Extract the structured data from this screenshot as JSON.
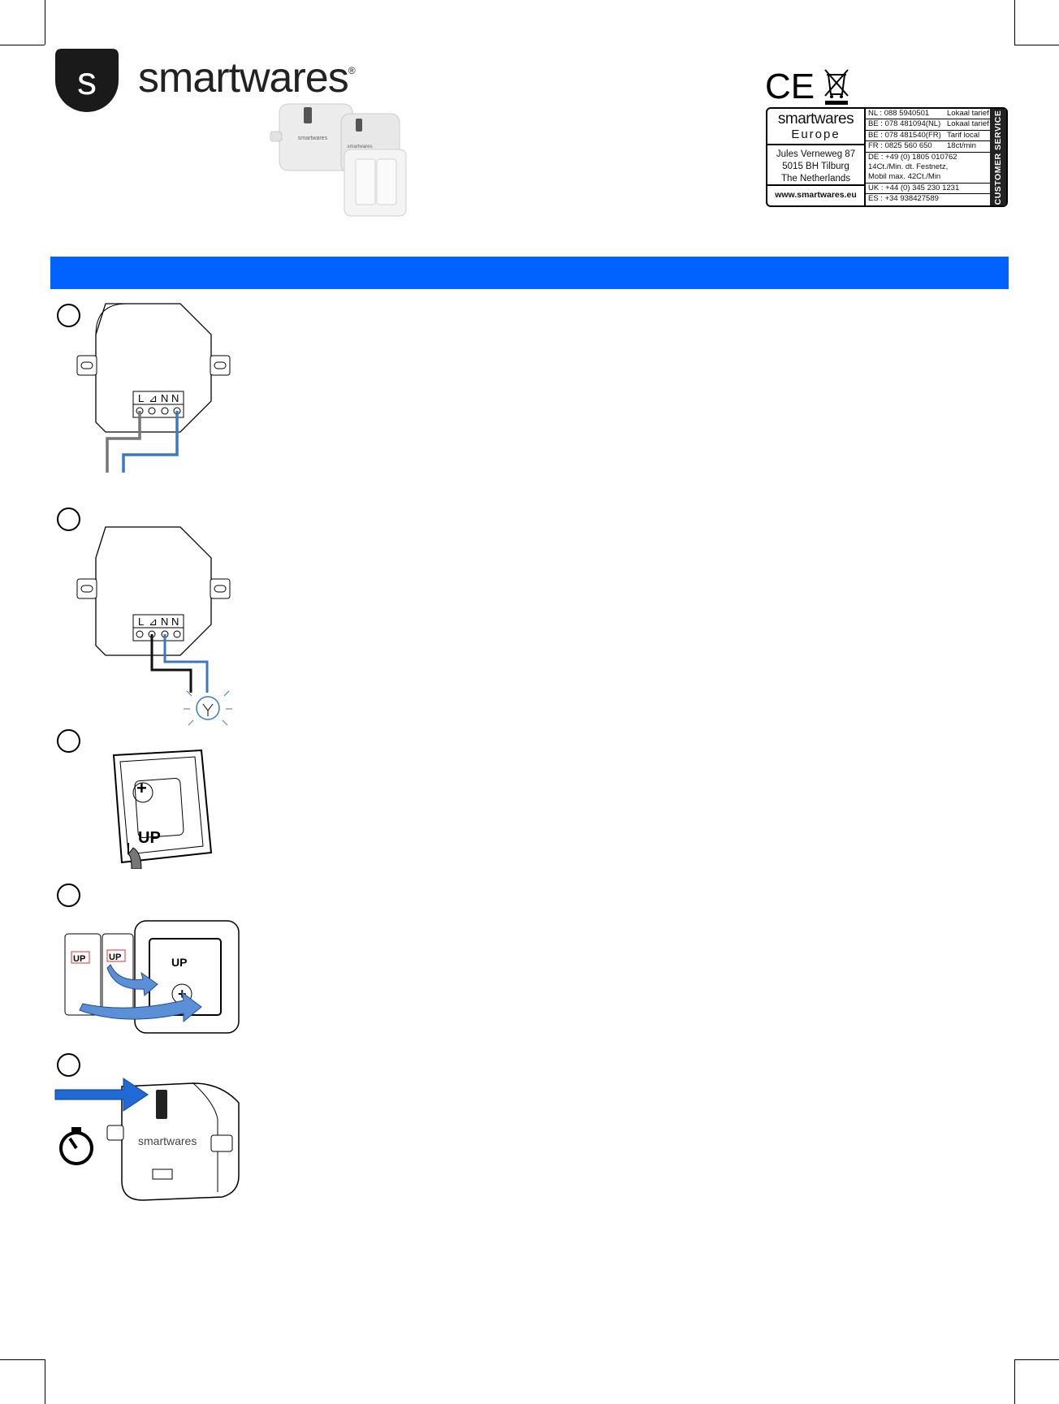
{
  "brand": {
    "name": "smartwares",
    "registered": "®",
    "logo_letter": "s"
  },
  "product_image": {
    "label_front": "smartwares",
    "label_back": "smartwares"
  },
  "customer_service": {
    "brand_name": "smartwares",
    "brand_region": "Europe",
    "address": [
      "Jules Verneweg 87",
      "5015 BH Tilburg",
      "The Netherlands"
    ],
    "website": "www.smartwares.eu",
    "side_label": "CUSTOMER SERVICE",
    "rows": [
      {
        "number": "NL :  088 5940501",
        "rate": "Lokaal tarief"
      },
      {
        "number": "BE :  078 481094(NL)",
        "rate": "Lokaal tarief"
      },
      {
        "number": "BE :  078 481540(FR)",
        "rate": "Tarif local"
      },
      {
        "number": "FR :  0825 560 650",
        "rate": "18ct/min"
      },
      {
        "number": "DE :  +49 (0) 1805 010762",
        "rate": ""
      },
      {
        "number": "          14Ct./Min. dt. Festnetz,",
        "rate": ""
      },
      {
        "number": "          Mobil max. 42Ct./Min",
        "rate": ""
      },
      {
        "number": "UK :  +44 (0) 345 230 1231",
        "rate": ""
      },
      {
        "number": "ES :  +34  938427589",
        "rate": ""
      }
    ]
  },
  "marks": {
    "ce": "CE"
  },
  "figures": {
    "terminal_labels": [
      "L",
      "⊿",
      "N",
      "N"
    ],
    "up_label": "UP",
    "plus_label": "+",
    "device_brand": "smartwares"
  },
  "colors": {
    "accent_blue": "#0062ff",
    "wire_blue": "#3b78c2",
    "wire_grey": "#777777"
  }
}
